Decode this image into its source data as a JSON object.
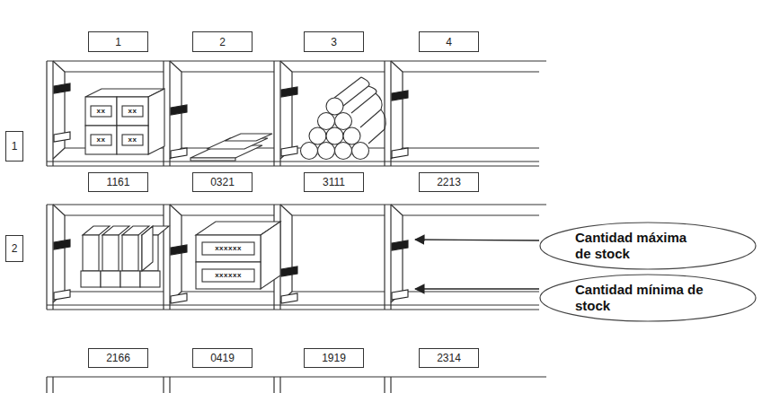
{
  "diagram": {
    "nodes": [
      {
        "text": [
          "1"
        ]
      },
      {
        "text": [
          "2"
        ]
      },
      {
        "text": [
          "3"
        ]
      },
      {
        "text": [
          "4"
        ]
      },
      {
        "text": [
          "1"
        ]
      },
      {
        "text": [
          "1161"
        ]
      },
      {
        "text": [
          "0321"
        ]
      },
      {
        "text": [
          "3111"
        ]
      },
      {
        "text": [
          "2213"
        ]
      },
      {
        "text": [
          "2"
        ]
      },
      {
        "text": [
          "2166"
        ]
      },
      {
        "text": [
          "0419"
        ]
      },
      {
        "text": [
          "1919"
        ]
      },
      {
        "text": [
          "2314"
        ]
      },
      {
        "text": [
          "Cantidad máxima de stock"
        ]
      },
      {
        "text": [
          "Cantidad mínima de stock"
        ]
      }
    ],
    "labels": [
      "xx",
      "xx",
      "xx",
      "xx",
      "xxxxxx",
      "xxxxxx"
    ]
  }
}
